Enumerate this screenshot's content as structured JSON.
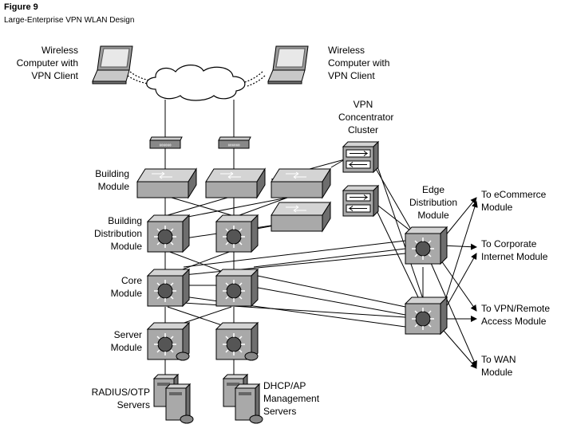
{
  "figure": {
    "number": "Figure 9",
    "caption": "Large-Enterprise VPN WLAN Design"
  },
  "labels": {
    "wireless_left": [
      "Wireless",
      "Computer with",
      "VPN Client"
    ],
    "wireless_right": [
      "Wireless",
      "Computer with",
      "VPN Client"
    ],
    "vpn_cluster": [
      "VPN",
      "Concentrator",
      "Cluster"
    ],
    "building_module": [
      "Building",
      "Module"
    ],
    "building_dist": [
      "Building",
      "Distribution",
      "Module"
    ],
    "core": [
      "Core",
      "Module"
    ],
    "server": [
      "Server",
      "Module"
    ],
    "radius": [
      "RADIUS/OTP",
      "Servers"
    ],
    "dhcp": [
      "DHCP/AP",
      "Management",
      "Servers"
    ],
    "edge": [
      "Edge",
      "Distribution",
      "Module"
    ],
    "ecommerce": [
      "To eCommerce",
      "Module"
    ],
    "corporate": [
      "To Corporate",
      "Internet Module"
    ],
    "vpn_remote": [
      "To VPN/Remote",
      "Access Module"
    ],
    "wan": [
      "To WAN",
      "Module"
    ]
  },
  "icons": {
    "laptop": "laptop-icon",
    "cloud": "wireless-cloud-icon",
    "access_point": "access-point-icon",
    "switch": "workgroup-switch-icon",
    "multilayer_switch": "multilayer-switch-icon",
    "vpn_concentrator": "vpn-concentrator-icon",
    "server": "server-icon"
  },
  "colors": {
    "device_front": "#a9a9a9",
    "device_top": "#d4d4d4",
    "device_side": "#6e6e6e",
    "line": "#000000"
  }
}
